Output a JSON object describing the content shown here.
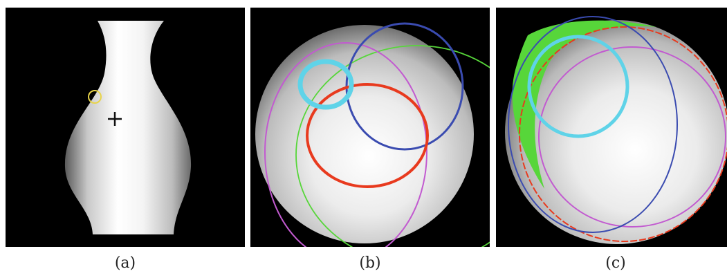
{
  "figure": {
    "panels": [
      {
        "caption": "(a)"
      },
      {
        "caption": "(b)"
      },
      {
        "caption": "(c)"
      }
    ]
  },
  "colors": {
    "background": "#000000",
    "marker_circle": "#e8d44a",
    "cross_marker": "#111111",
    "cyan": "#5fd3e8",
    "red": "#e83a1e",
    "blue": "#3a4bb0",
    "magenta": "#c25ad0",
    "green": "#57d63a"
  }
}
